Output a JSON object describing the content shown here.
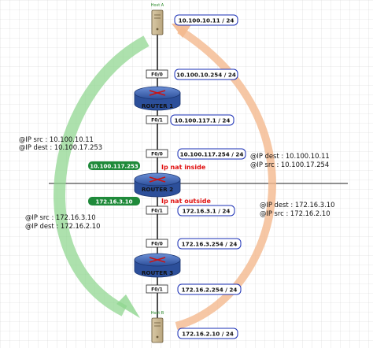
{
  "hosts": {
    "a": {
      "label": "Host A",
      "ip": "10.100.10.11 / 24"
    },
    "b": {
      "label": "Host B",
      "ip": "172.16.2.10 / 24"
    }
  },
  "routers": {
    "r1": {
      "label": "ROUTER 1",
      "if_top": "F0/0",
      "if_top_ip": "10.100.10.254 / 24",
      "if_bot": "F0/1",
      "if_bot_ip": "10.100.117.1 / 24"
    },
    "r2": {
      "label": "ROUTER 2",
      "if_top": "F0/0",
      "if_top_ip": "10.100.117.254 / 24",
      "if_bot": "F0/1",
      "if_bot_ip": "172.16.3.1 / 24"
    },
    "r3": {
      "label": "ROUTER 3",
      "if_top": "F0/0",
      "if_top_ip": "172.16.3.254 / 24",
      "if_bot": "F0/1",
      "if_bot_ip": "172.16.2.254 / 24"
    }
  },
  "nat": {
    "inside_label": "Ip nat inside",
    "outside_label": "Ip nat outside",
    "inside_addr": "10.100.117.253",
    "outside_addr": "172.16.3.10"
  },
  "flows": {
    "out_before": {
      "src": "@IP src : 10.100.10.11",
      "dest": "@IP dest : 10.100.17.253"
    },
    "out_after": {
      "src": "@IP src : 172.16.3.10",
      "dest": "@IP dest : 172.16.2.10"
    },
    "ret_before": {
      "dest": "@IP dest : 172.16.3.10",
      "src": "@IP src : 172.16.2.10"
    },
    "ret_after": {
      "dest": "@IP dest : 10.100.10.11",
      "src": "@IP src : 10.100.17.254"
    }
  },
  "colors": {
    "forward_arrow": "#8ed68e",
    "return_arrow": "#f4b98f",
    "ip_box_border": "#1a2fb5",
    "nat_text": "#e01010",
    "nat_addr_bg": "#1f8a3a",
    "router_body": "#3a62b3",
    "grid": "#d4d4d4"
  }
}
